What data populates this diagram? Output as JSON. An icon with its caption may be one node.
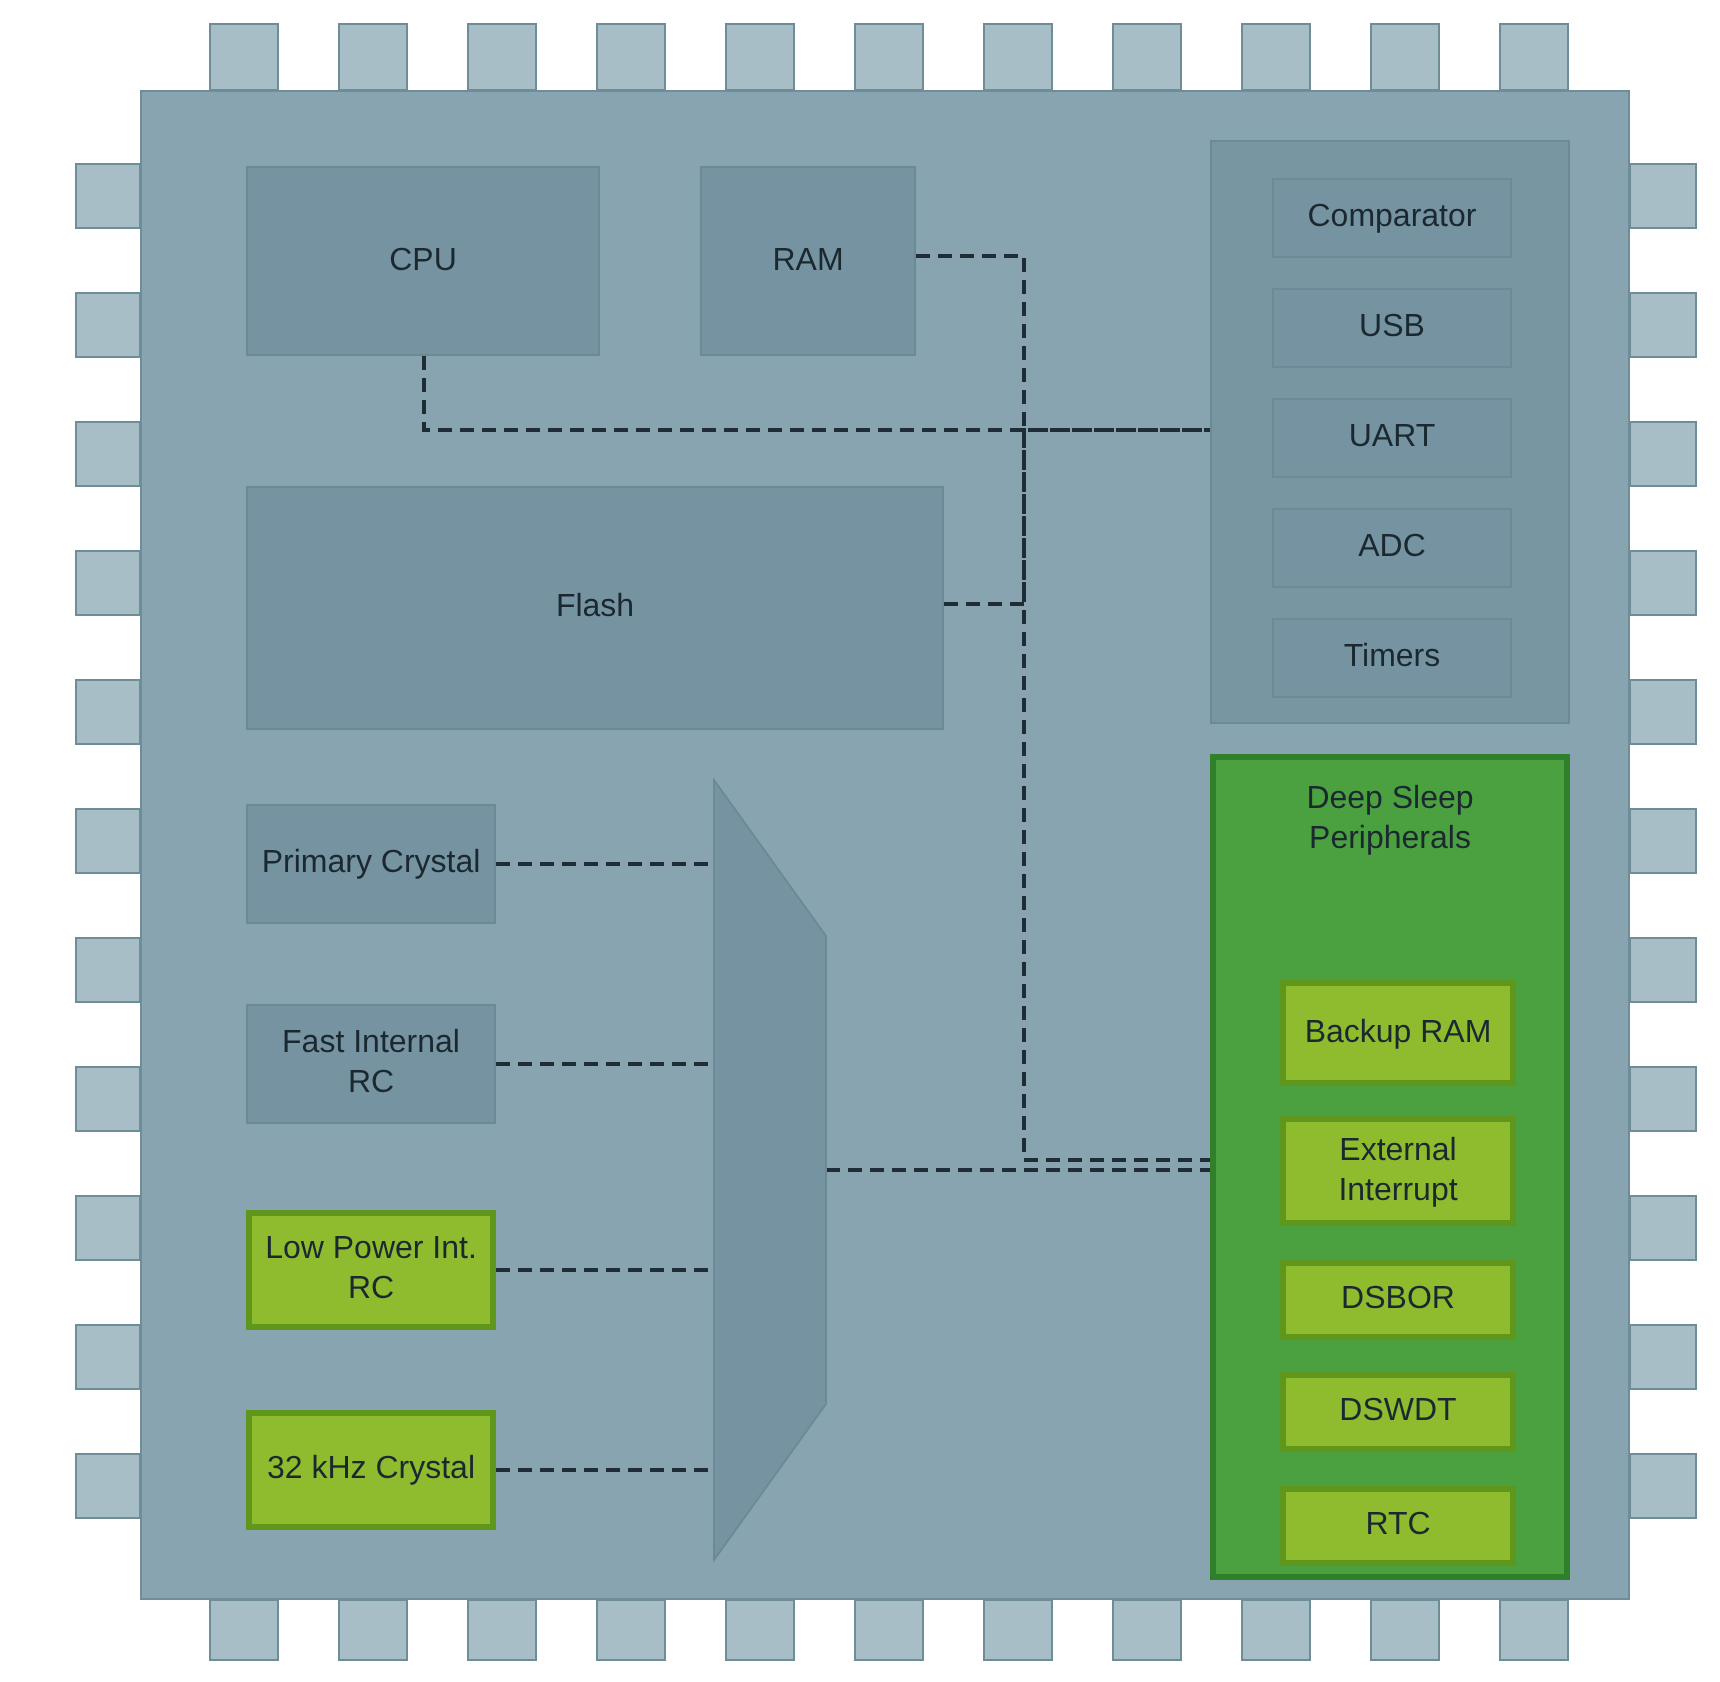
{
  "diagram": {
    "nodes": [
      {
        "text": [
          "CPU"
        ]
      },
      {
        "text": [
          "RAM"
        ]
      },
      {
        "text": [
          "Flash"
        ]
      },
      {
        "text": [],
        "shape": "box"
      },
      {
        "text": [
          "Comparator"
        ],
        "in": 3
      },
      {
        "text": [
          "USB"
        ],
        "in": 3
      },
      {
        "text": [
          "UART"
        ],
        "in": 3
      },
      {
        "text": [
          "ADC"
        ],
        "in": 3
      },
      {
        "text": [
          "Timers"
        ],
        "in": 3
      },
      {
        "text": [
          "Primary Crystal"
        ]
      },
      {
        "text": [
          "Fast Internal RC"
        ]
      },
      {
        "text": [
          "Low Power Int. RC"
        ]
      },
      {
        "text": [
          "32 kHz Crystal"
        ]
      },
      {
        "text": [],
        "shape": "trapezoid"
      },
      {
        "text": [
          "Deep Sleep Peripherals"
        ]
      },
      {
        "text": [
          "Backup RAM"
        ],
        "in": 14
      },
      {
        "text": [
          "External Interrupt"
        ],
        "in": 14
      },
      {
        "text": [
          "DSBOR"
        ],
        "in": 14
      },
      {
        "text": [
          "DSWDT"
        ],
        "in": 14
      },
      {
        "text": [
          "RTC"
        ],
        "in": 14
      }
    ],
    "edges": [
      {
        "from": 0,
        "to": 3,
        "arrow": "none",
        "style": "dashed"
      },
      {
        "from": 1,
        "to": 3,
        "arrow": "none",
        "style": "dashed"
      },
      {
        "from": 2,
        "to": 3,
        "arrow": "none",
        "style": "dashed"
      },
      {
        "from": 13,
        "to": 14,
        "arrow": "none",
        "style": "dashed"
      },
      {
        "from": 1,
        "to": 14,
        "arrow": "none",
        "style": "dashed"
      },
      {
        "from": 9,
        "to": 13,
        "arrow": "none",
        "style": "dashed"
      },
      {
        "from": 10,
        "to": 13,
        "arrow": "none",
        "style": "dashed"
      },
      {
        "from": 11,
        "to": 13,
        "arrow": "none",
        "style": "dashed"
      },
      {
        "from": 12,
        "to": 13,
        "arrow": "none",
        "style": "dashed"
      }
    ]
  }
}
